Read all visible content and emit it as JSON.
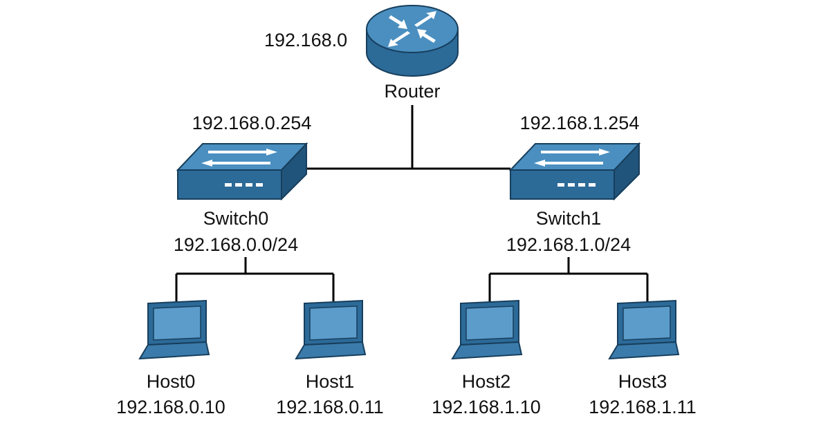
{
  "colors": {
    "device_top": "#4a8fc0",
    "device_front": "#2c6a98",
    "device_side": "#21547a",
    "device_outline": "#173e5c",
    "arrow": "#ffffff",
    "wire": "#000000",
    "text": "#111111"
  },
  "router": {
    "icon": "router-icon",
    "name": "Router",
    "address": "192.168.0"
  },
  "switches": [
    {
      "icon": "switch-icon",
      "name": "Switch0",
      "gateway": "192.168.0.254",
      "network": "192.168.0.0/24"
    },
    {
      "icon": "switch-icon",
      "name": "Switch1",
      "gateway": "192.168.1.254",
      "network": "192.168.1.0/24"
    }
  ],
  "hosts": [
    {
      "icon": "laptop-icon",
      "name": "Host0",
      "ip": "192.168.0.10"
    },
    {
      "icon": "laptop-icon",
      "name": "Host1",
      "ip": "192.168.0.11"
    },
    {
      "icon": "laptop-icon",
      "name": "Host2",
      "ip": "192.168.1.10"
    },
    {
      "icon": "laptop-icon",
      "name": "Host3",
      "ip": "192.168.1.11"
    }
  ]
}
